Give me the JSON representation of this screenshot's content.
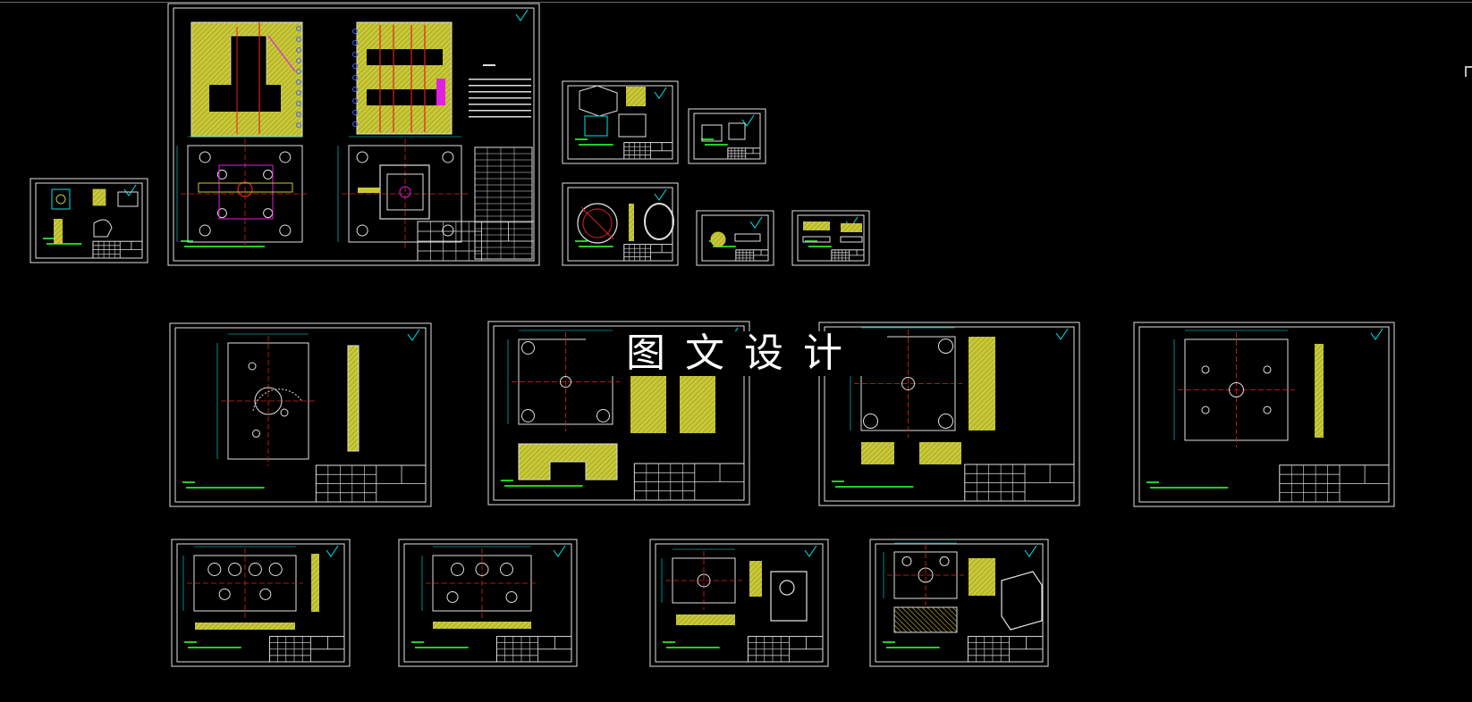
{
  "watermark": "图文设计",
  "colors": {
    "background": "#000000",
    "frame": "#e0e0e0",
    "accent_yellow": "#c8c832",
    "cyan": "#00e5e5",
    "green": "#20d020",
    "red": "#e02020",
    "magenta": "#e020e0",
    "blue": "#4060ff"
  },
  "sheets": [
    {
      "id": "assembly-drawing",
      "kind": "assembly"
    },
    {
      "id": "part-small-left",
      "kind": "small-part"
    },
    {
      "id": "part-top-1",
      "kind": "iso-part"
    },
    {
      "id": "part-top-2",
      "kind": "small-part"
    },
    {
      "id": "part-top-3",
      "kind": "ring-part"
    },
    {
      "id": "part-top-4",
      "kind": "small-part"
    },
    {
      "id": "part-top-5",
      "kind": "small-part"
    },
    {
      "id": "plate-mid-1",
      "kind": "plate"
    },
    {
      "id": "plate-mid-2",
      "kind": "plate-section"
    },
    {
      "id": "plate-mid-3",
      "kind": "plate-section"
    },
    {
      "id": "plate-mid-4",
      "kind": "plate"
    },
    {
      "id": "plate-bottom-1",
      "kind": "plate"
    },
    {
      "id": "plate-bottom-2",
      "kind": "plate"
    },
    {
      "id": "plate-bottom-3",
      "kind": "plate-iso"
    },
    {
      "id": "plate-bottom-4",
      "kind": "plate-iso"
    }
  ]
}
